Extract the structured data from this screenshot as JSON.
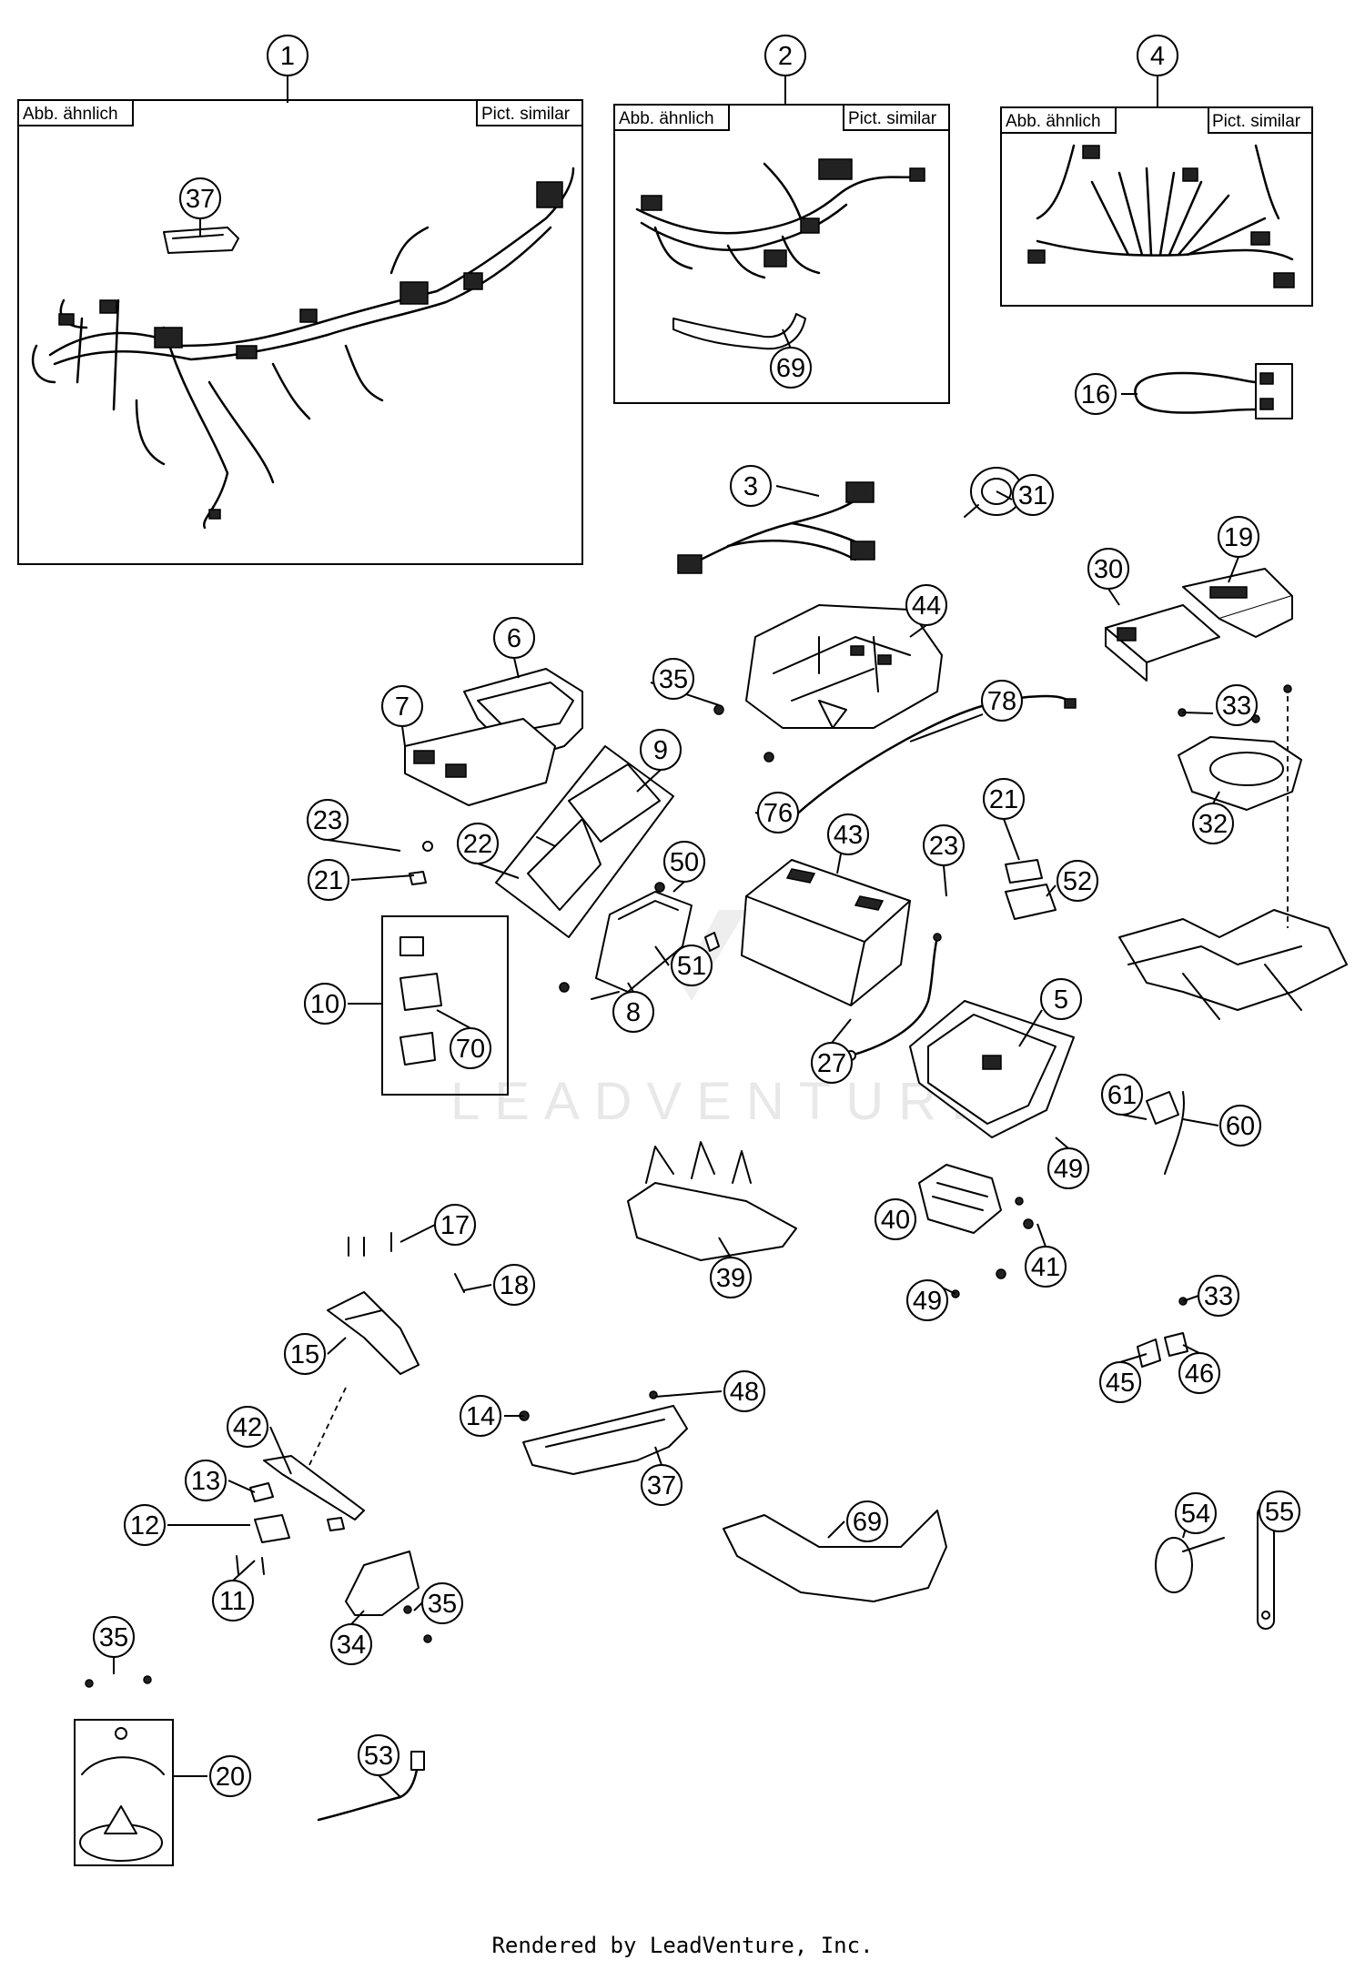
{
  "diagram": {
    "tag_left": "Abb. ähnlich",
    "tag_right": "Pict. similar",
    "watermark": "LEADVENTURE",
    "footer": "Rendered by LeadVenture, Inc."
  },
  "callouts": [
    "1",
    "2",
    "4",
    "37",
    "69",
    "16",
    "3",
    "31",
    "30",
    "19",
    "44",
    "6",
    "7",
    "35",
    "78",
    "33",
    "9",
    "21",
    "23",
    "76",
    "43",
    "23",
    "32",
    "22",
    "50",
    "21",
    "52",
    "10",
    "51",
    "8",
    "70",
    "5",
    "27",
    "61",
    "60",
    "39",
    "49",
    "17",
    "40",
    "18",
    "41",
    "15",
    "49",
    "33",
    "42",
    "14",
    "48",
    "45",
    "46",
    "13",
    "37",
    "12",
    "69",
    "54",
    "55",
    "11",
    "35",
    "34",
    "35",
    "20",
    "53"
  ]
}
